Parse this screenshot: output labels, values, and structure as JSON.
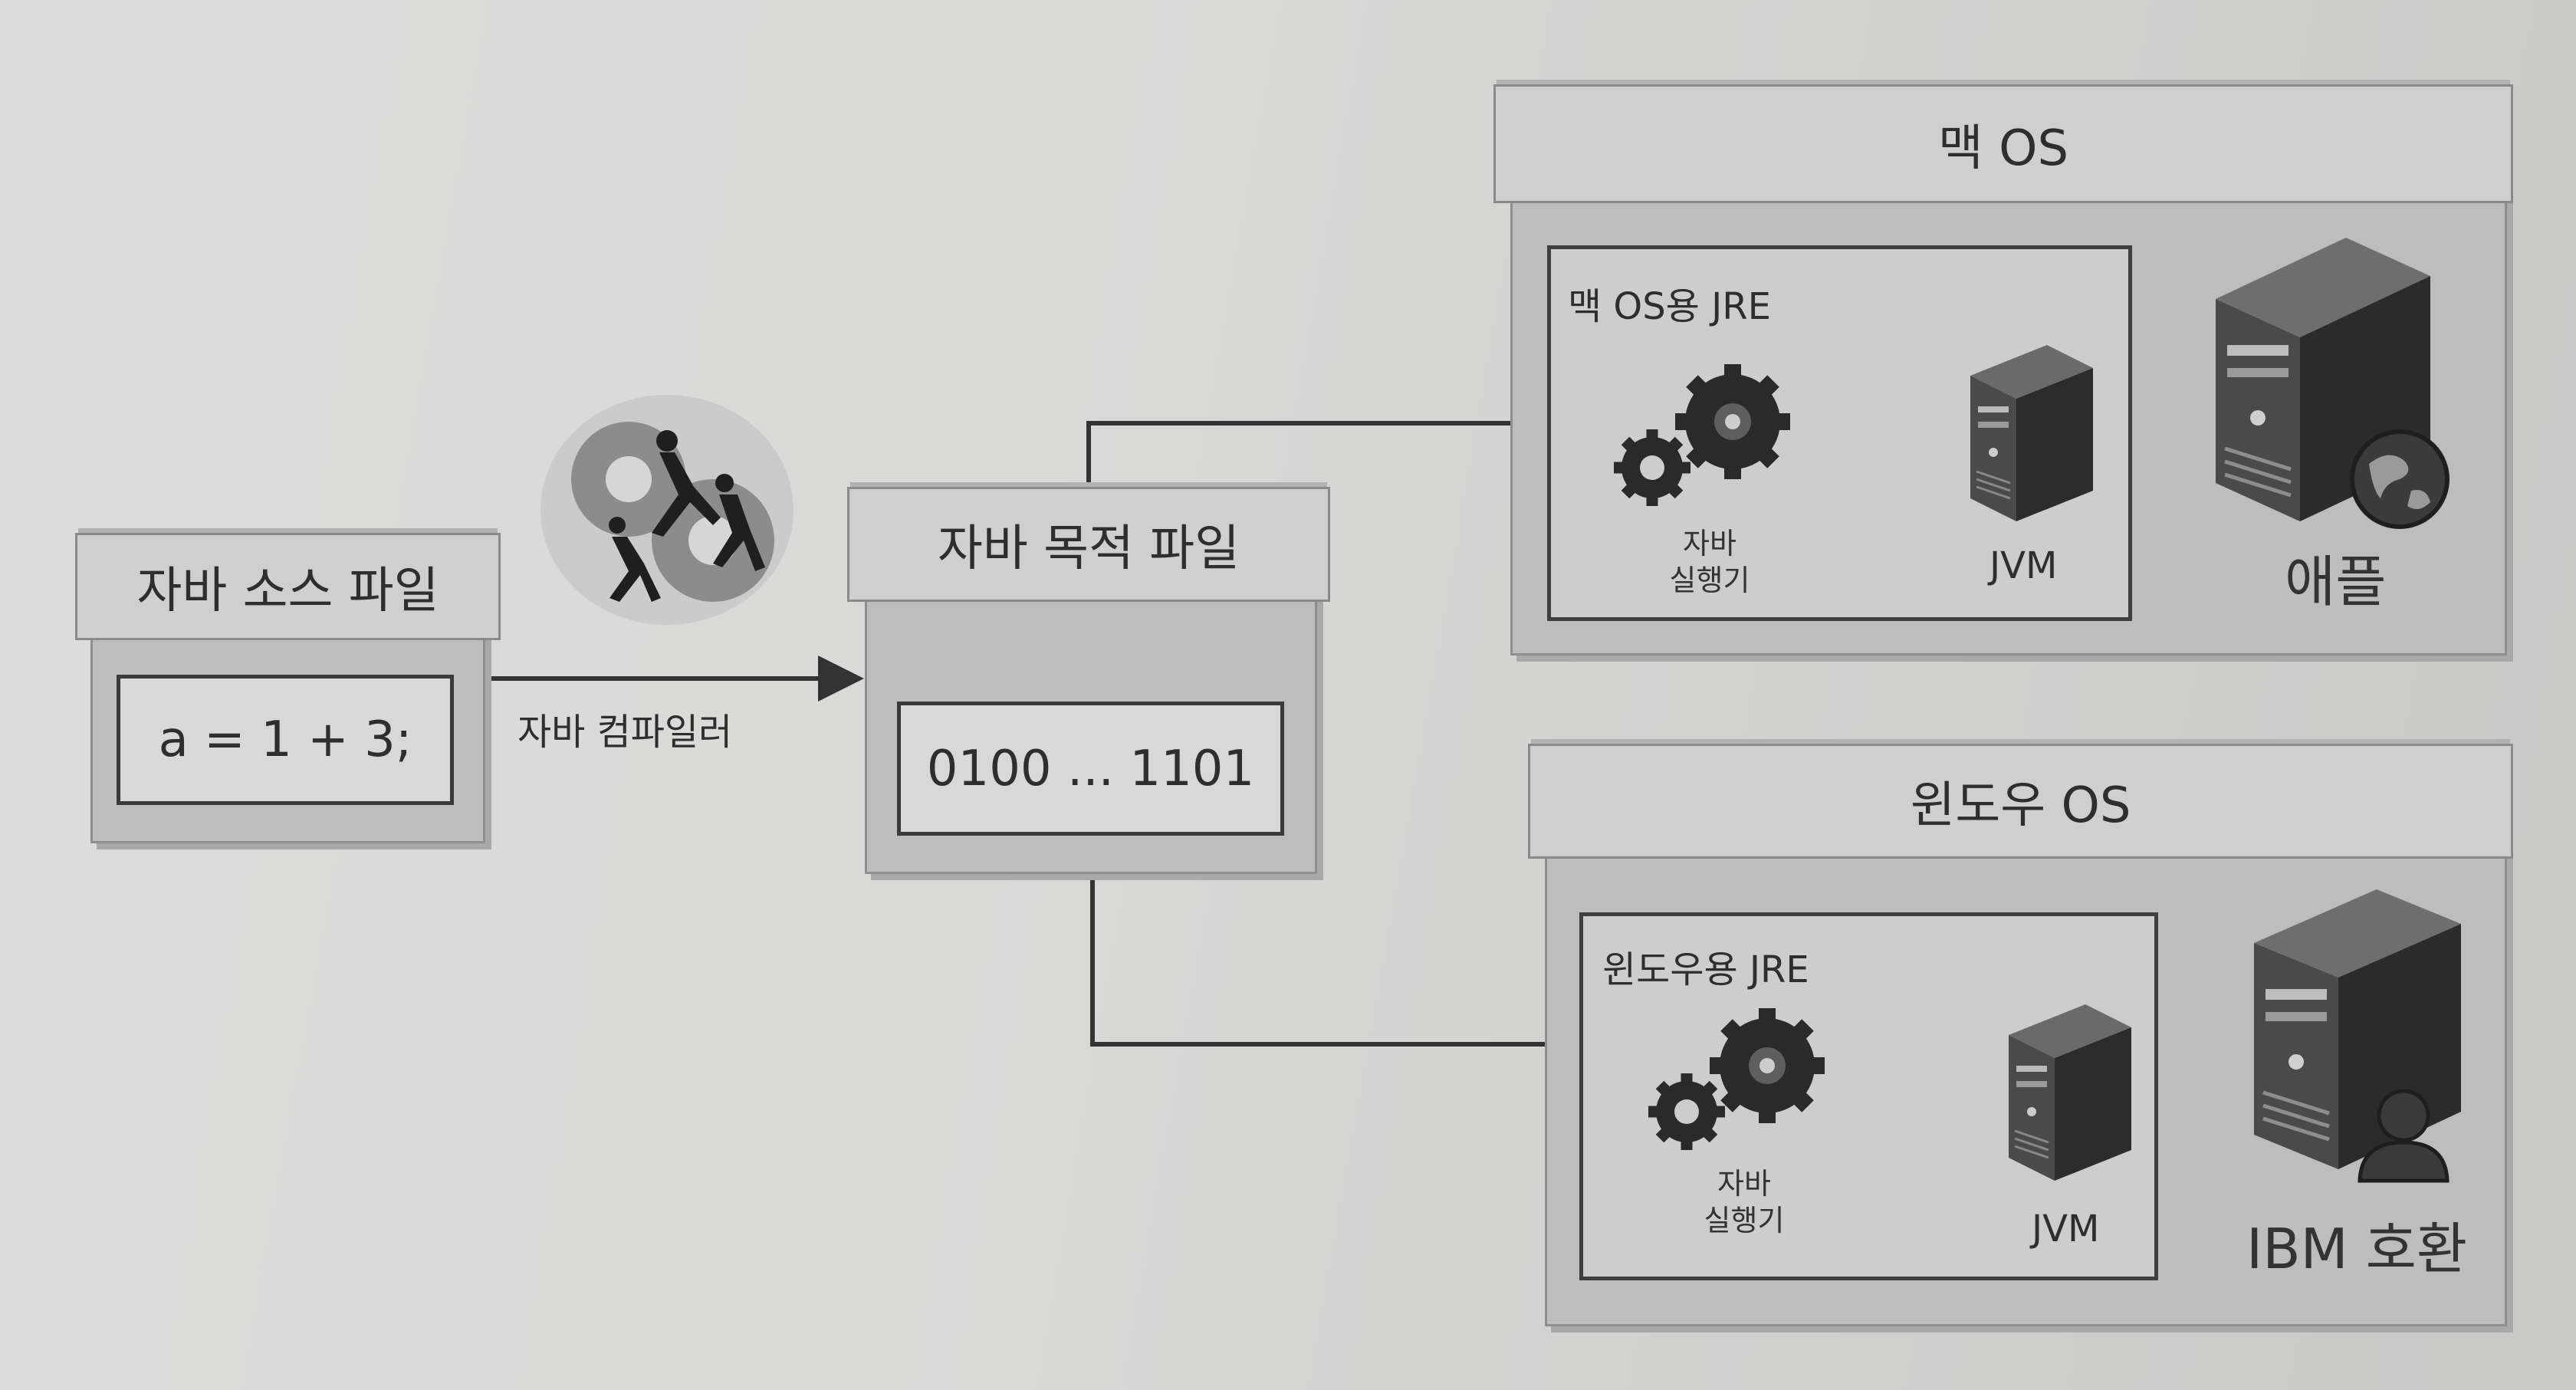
{
  "source": {
    "title": "자바 소스 파일",
    "code": "a = 1 + 3;"
  },
  "compiler": {
    "label": "자바 컴파일러"
  },
  "object_file": {
    "title": "자바 목적 파일",
    "content": "0100 ... 1101"
  },
  "mac": {
    "os_title": "맥 OS",
    "jre_title": "맥 OS용 JRE",
    "executor_label": "자바\n실행기",
    "jvm_label": "JVM",
    "machine_label": "애플"
  },
  "windows": {
    "os_title": "윈도우 OS",
    "jre_title": "윈도우용 JRE",
    "executor_label": "자바\n실행기",
    "jvm_label": "JVM",
    "machine_label": "IBM 호환"
  },
  "colors": {
    "box": "#bdbdbd",
    "band": "#cfcfcf",
    "arrow": "#333333"
  },
  "icons": [
    "gears-icon",
    "server-icon",
    "globe-icon",
    "user-icon",
    "running-people-gears-icon"
  ]
}
